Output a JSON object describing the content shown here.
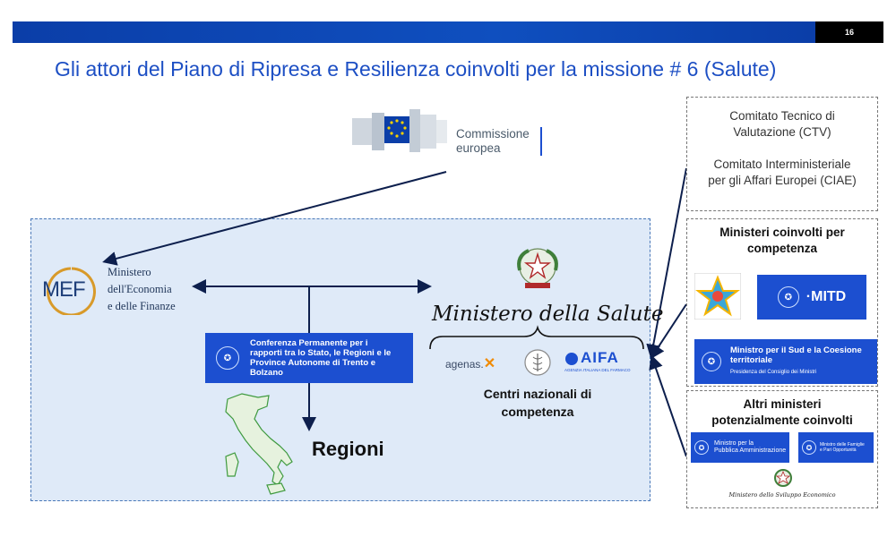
{
  "header": {
    "page_number": "16"
  },
  "title": "Gli attori del Piano di Ripresa e Resilienza coinvolti per la missione # 6 (Salute)",
  "commissione": {
    "line1": "Commissione",
    "line2": "europea"
  },
  "mef": {
    "logo_text": "MEF",
    "line1": "Ministero",
    "line2": "dell'Economia",
    "line3": "e delle Finanze"
  },
  "conferenza": {
    "line1": "Conferenza Permanente per i",
    "line2": "rapporti tra lo Stato, le Regioni e le",
    "line3": "Province Autonome di Trento e",
    "line4": "Bolzano"
  },
  "regioni": "Regioni",
  "ministero_salute": {
    "name": "Ministero della Salute",
    "agenas": "agenas.",
    "aifa": "AIFA",
    "aifa_sub": "AGENZIA ITALIANA DEL FARMACO",
    "centri_line1": "Centri nazionali di",
    "centri_line2": "competenza"
  },
  "right_top": {
    "ctv_line1": "Comitato Tecnico di",
    "ctv_line2": "Valutazione (CTV)",
    "ciae_line1": "Comitato Interministeriale",
    "ciae_line2": "per gli Affari Europei (CIAE)"
  },
  "right_mid": {
    "title_line1": "Ministeri coinvolti per",
    "title_line2": "competenza",
    "mitd": "·MITD",
    "sud_line1": "Ministro per il Sud e la Coesione",
    "sud_line2": "territoriale",
    "sud_sub": "Presidenza del Consiglio dei Ministri"
  },
  "right_bottom": {
    "title_line1": "Altri ministeri",
    "title_line2": "potenzialmente coinvolti",
    "pa_line1": "Ministro per la",
    "pa_line2": "Pubblica Amministrazione",
    "fam_line1": "Ministro delle Famiglie",
    "fam_line2": "e Pari Opportunità",
    "mise": "Ministero dello Sviluppo Economico"
  },
  "colors": {
    "brand_blue": "#1c4fd0",
    "title_blue": "#1d4fc4",
    "box_fill": "#dfeaf8",
    "arrow": "#0d1f4d",
    "mef_gold": "#d89a2a"
  }
}
